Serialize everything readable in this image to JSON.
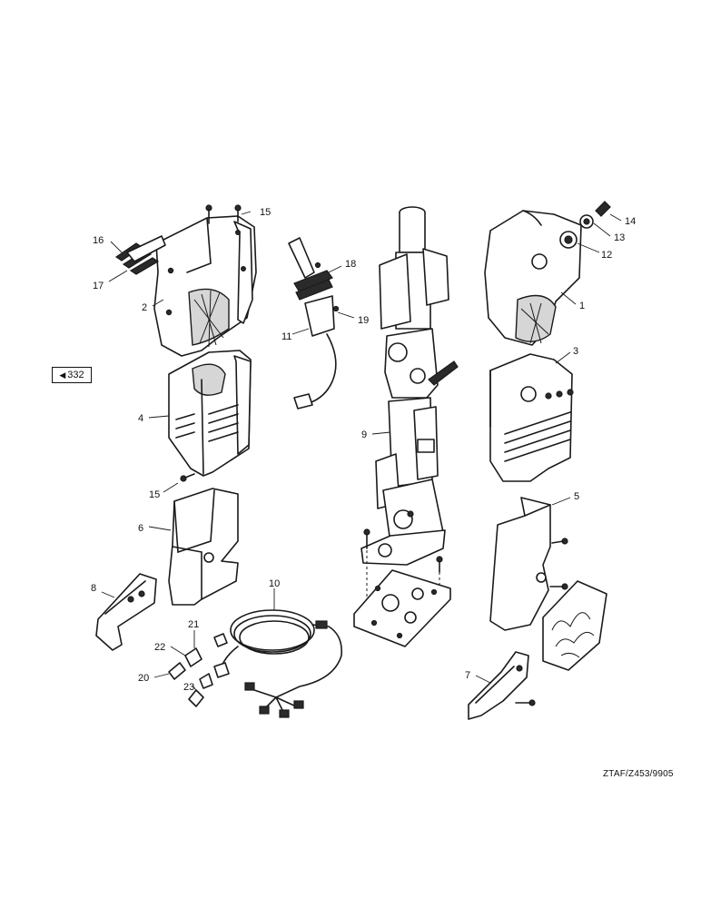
{
  "page_ref": {
    "label": "332",
    "icon": "left-triangle-icon"
  },
  "drawing_code": "ZTAF/Z453/9905",
  "callouts": {
    "c1": "1",
    "c2": "2",
    "c3": "3",
    "c4": "4",
    "c5": "5",
    "c6": "6",
    "c7": "7",
    "c8": "8",
    "c9": "9",
    "c10": "10",
    "c11": "11",
    "c12": "12",
    "c13": "13",
    "c14": "14",
    "c15a": "15",
    "c15b": "15",
    "c16": "16",
    "c17": "17",
    "c18": "18",
    "c19": "19",
    "c20": "20",
    "c21": "21",
    "c22": "22",
    "c23": "23"
  }
}
